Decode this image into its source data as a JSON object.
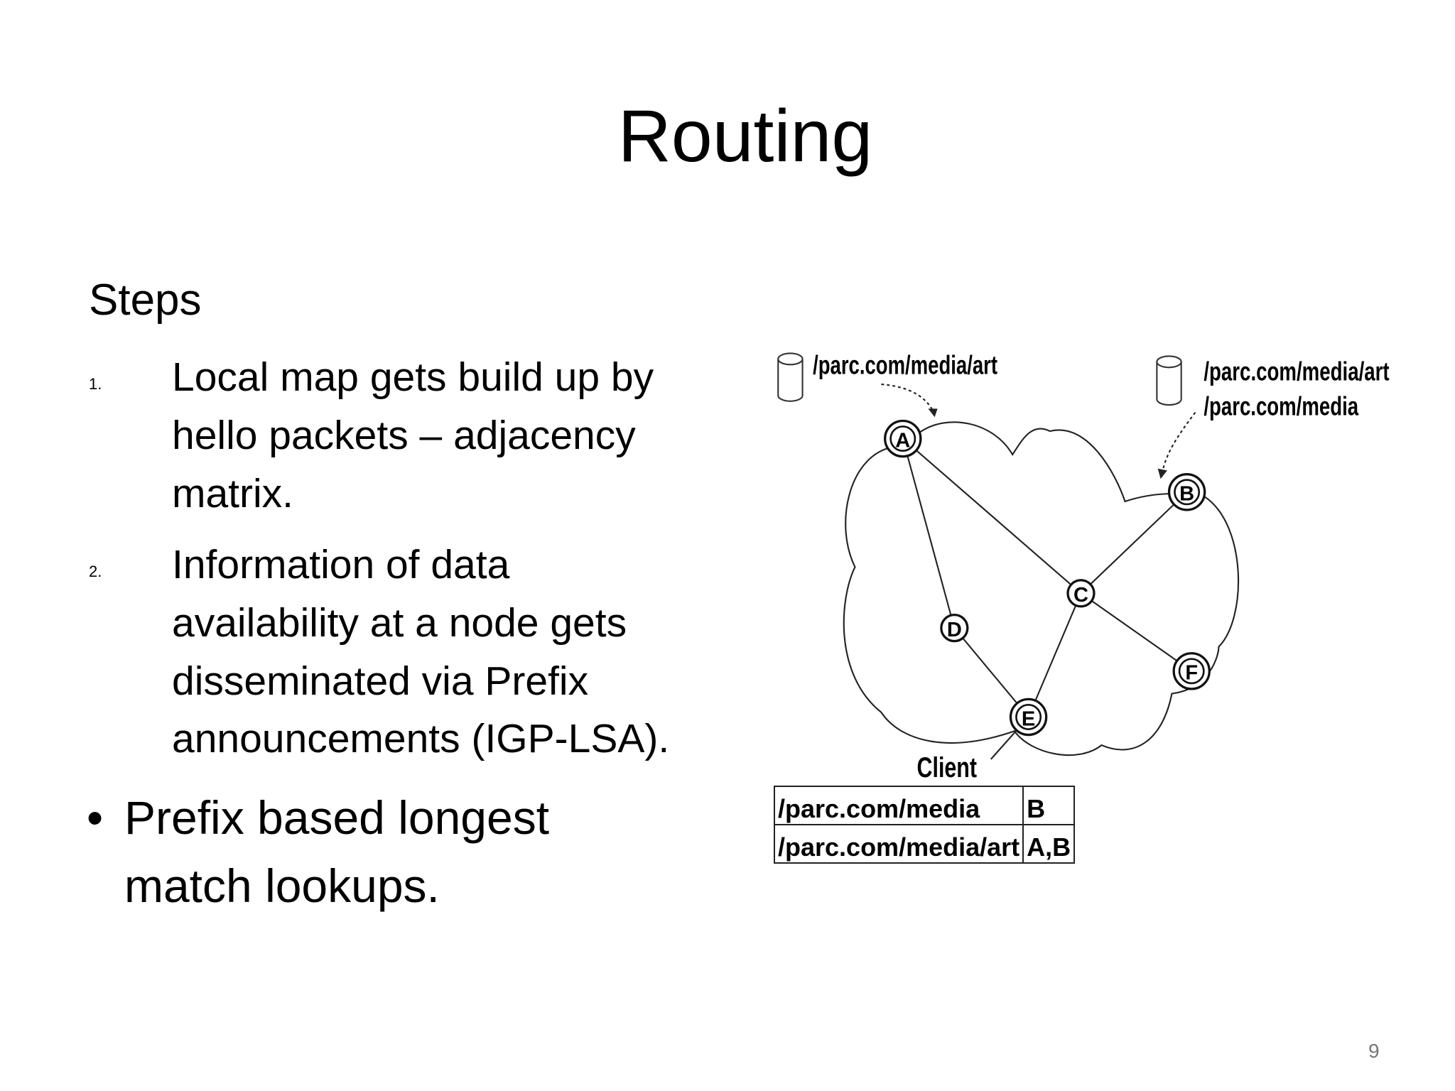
{
  "title": "Routing",
  "heading": "Steps",
  "steps": [
    {
      "number": "1.",
      "lines": [
        "Local map gets build up by",
        "hello packets – adjacency",
        "matrix."
      ]
    },
    {
      "number": "2.",
      "lines": [
        "Information of data",
        "availability at a node gets",
        "disseminated via Prefix",
        "announcements (IGP-LSA)."
      ]
    }
  ],
  "bullet": {
    "lines": [
      "Prefix based longest",
      "match lookups."
    ]
  },
  "diagram": {
    "nodes": [
      "A",
      "B",
      "C",
      "D",
      "E",
      "F"
    ],
    "store_left": "/parc.com/media/art",
    "store_right": [
      "/parc.com/media/art",
      "/parc.com/media"
    ],
    "client_label": "Client",
    "table": [
      [
        "/parc.com/media",
        "B"
      ],
      [
        "/parc.com/media/art",
        "A,B"
      ]
    ]
  },
  "page_number": "9"
}
